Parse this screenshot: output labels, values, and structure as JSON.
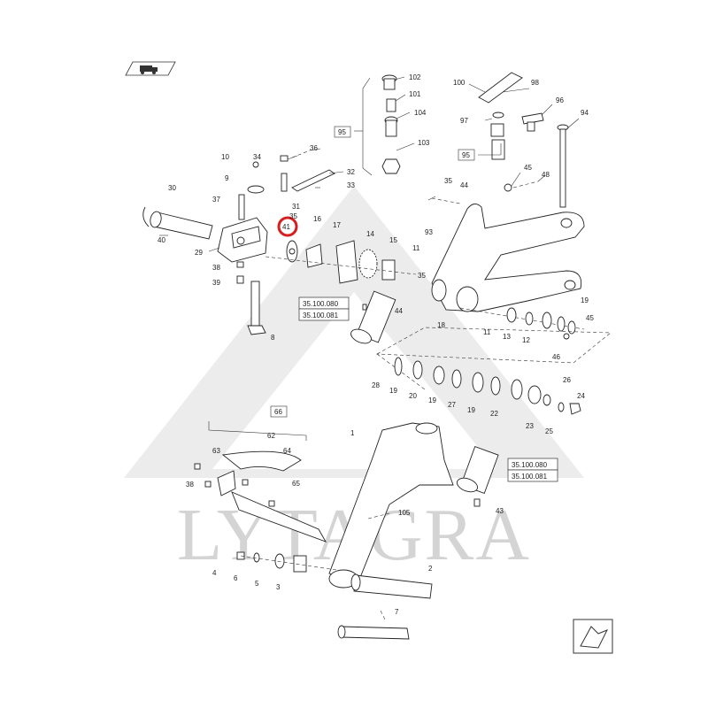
{
  "watermark": "LYTAGRA",
  "highlight_color": "#d81e1e",
  "highlighted_part": "41",
  "callouts": [
    {
      "id": "c102",
      "text": "102"
    },
    {
      "id": "c101",
      "text": "101"
    },
    {
      "id": "c104",
      "text": "104"
    },
    {
      "id": "c103",
      "text": "103"
    },
    {
      "id": "c95a",
      "text": "95"
    },
    {
      "id": "c100",
      "text": "100"
    },
    {
      "id": "c98",
      "text": "98"
    },
    {
      "id": "c96",
      "text": "96"
    },
    {
      "id": "c97",
      "text": "97"
    },
    {
      "id": "c94",
      "text": "94"
    },
    {
      "id": "c95b",
      "text": "95"
    },
    {
      "id": "c45a",
      "text": "45"
    },
    {
      "id": "c48",
      "text": "48"
    },
    {
      "id": "c36",
      "text": "36"
    },
    {
      "id": "c10",
      "text": "10"
    },
    {
      "id": "c34",
      "text": "34"
    },
    {
      "id": "c32",
      "text": "32"
    },
    {
      "id": "c9",
      "text": "9"
    },
    {
      "id": "c33",
      "text": "33"
    },
    {
      "id": "c30",
      "text": "30"
    },
    {
      "id": "c37",
      "text": "37"
    },
    {
      "id": "c31",
      "text": "31"
    },
    {
      "id": "c35a",
      "text": "35"
    },
    {
      "id": "c44a",
      "text": "44"
    },
    {
      "id": "c35b",
      "text": "35"
    },
    {
      "id": "c16",
      "text": "16"
    },
    {
      "id": "c41",
      "text": "41"
    },
    {
      "id": "c17",
      "text": "17"
    },
    {
      "id": "c40",
      "text": "40"
    },
    {
      "id": "c14",
      "text": "14"
    },
    {
      "id": "c15",
      "text": "15"
    },
    {
      "id": "c11a",
      "text": "11"
    },
    {
      "id": "c93",
      "text": "93"
    },
    {
      "id": "c29",
      "text": "29"
    },
    {
      "id": "c38a",
      "text": "38"
    },
    {
      "id": "c39",
      "text": "39"
    },
    {
      "id": "c35c",
      "text": "35"
    },
    {
      "id": "c44b",
      "text": "44"
    },
    {
      "id": "c8",
      "text": "8"
    },
    {
      "id": "c18",
      "text": "18"
    },
    {
      "id": "c11b",
      "text": "11"
    },
    {
      "id": "c13",
      "text": "13"
    },
    {
      "id": "c12",
      "text": "12"
    },
    {
      "id": "c19a",
      "text": "19"
    },
    {
      "id": "c45b",
      "text": "45"
    },
    {
      "id": "c46",
      "text": "46"
    },
    {
      "id": "c28",
      "text": "28"
    },
    {
      "id": "c19b",
      "text": "19"
    },
    {
      "id": "c20",
      "text": "20"
    },
    {
      "id": "c19c",
      "text": "19"
    },
    {
      "id": "c27",
      "text": "27"
    },
    {
      "id": "c19d",
      "text": "19"
    },
    {
      "id": "c22",
      "text": "22"
    },
    {
      "id": "c26",
      "text": "26"
    },
    {
      "id": "c24",
      "text": "24"
    },
    {
      "id": "c23",
      "text": "23"
    },
    {
      "id": "c25",
      "text": "25"
    },
    {
      "id": "c66",
      "text": "66"
    },
    {
      "id": "c62",
      "text": "62"
    },
    {
      "id": "c63",
      "text": "63"
    },
    {
      "id": "c64",
      "text": "64"
    },
    {
      "id": "c38b",
      "text": "38"
    },
    {
      "id": "c65",
      "text": "65"
    },
    {
      "id": "c1",
      "text": "1"
    },
    {
      "id": "c43",
      "text": "43"
    },
    {
      "id": "c105",
      "text": "105"
    },
    {
      "id": "c4",
      "text": "4"
    },
    {
      "id": "c6",
      "text": "6"
    },
    {
      "id": "c5",
      "text": "5"
    },
    {
      "id": "c3",
      "text": "3"
    },
    {
      "id": "c2",
      "text": "2"
    },
    {
      "id": "c7",
      "text": "7"
    }
  ],
  "refs": [
    {
      "id": "r1a",
      "text": "35.100.080"
    },
    {
      "id": "r1b",
      "text": "35.100.081"
    },
    {
      "id": "r2a",
      "text": "35.100.080"
    },
    {
      "id": "r2b",
      "text": "35.100.081"
    }
  ]
}
